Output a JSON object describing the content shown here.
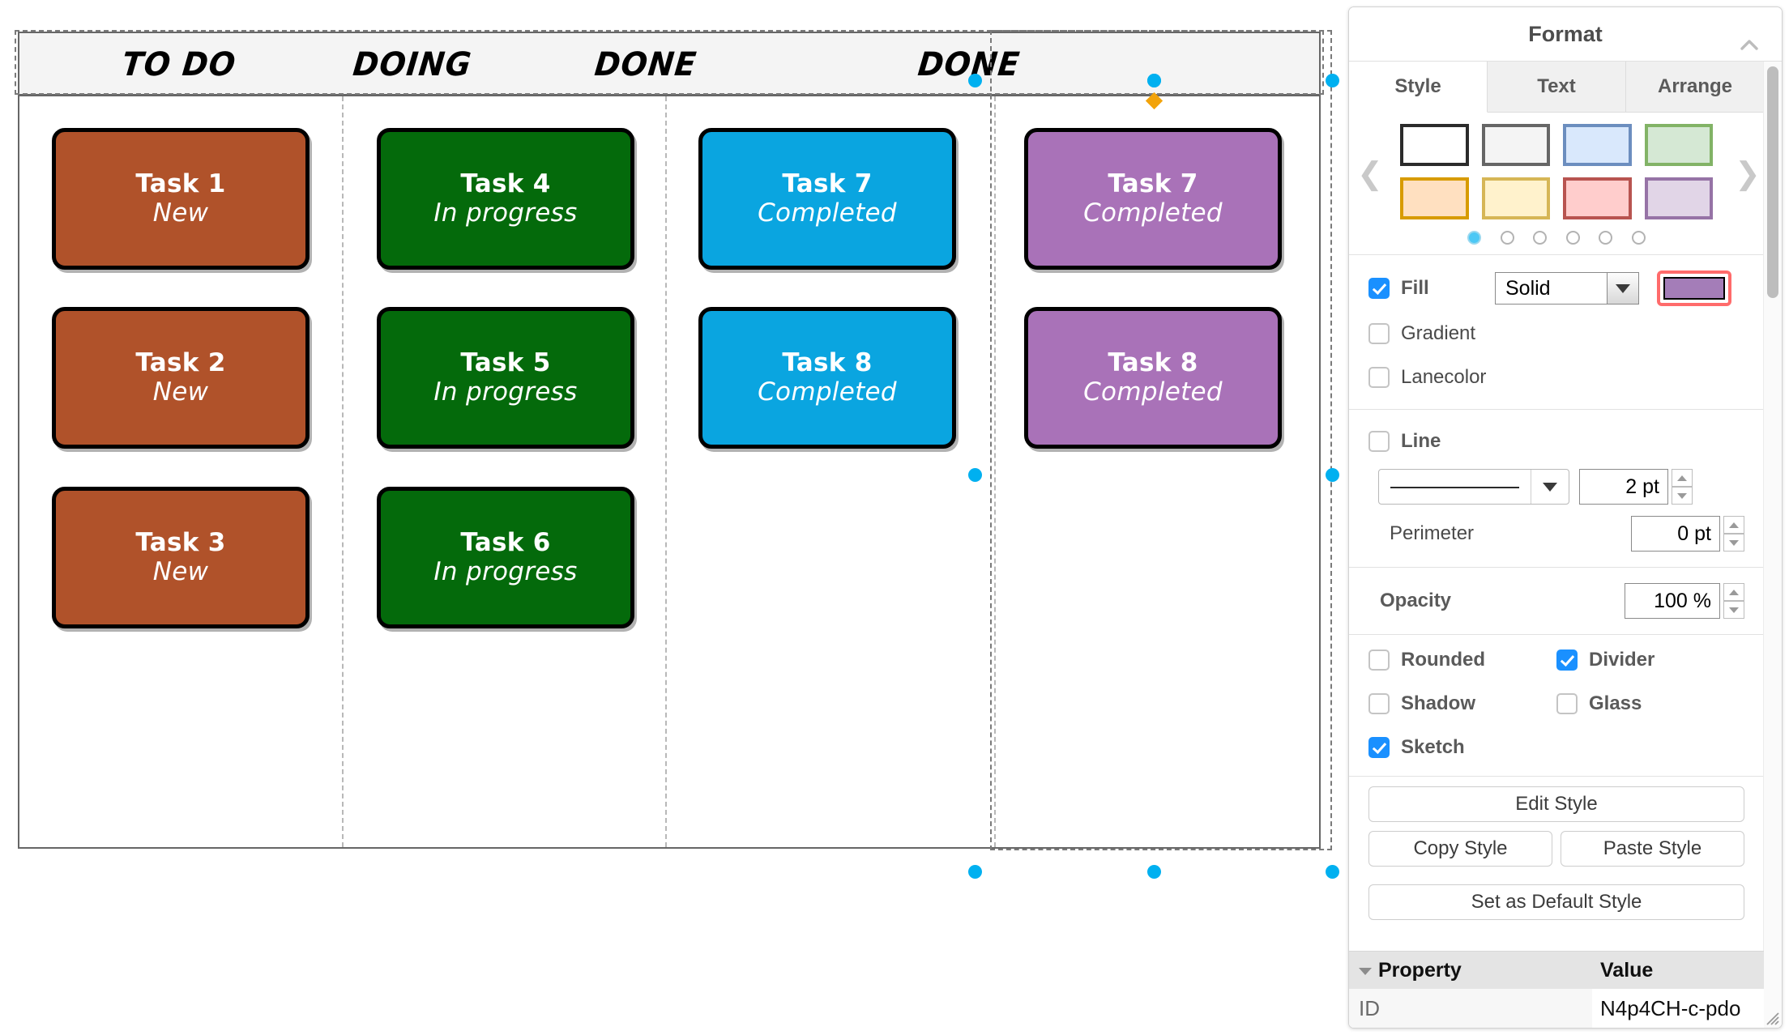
{
  "board": {
    "lanes": [
      {
        "title": "TO DO"
      },
      {
        "title": "DOING"
      },
      {
        "title": "DONE"
      },
      {
        "title": "DONE"
      }
    ],
    "cards": [
      {
        "title": "Task 1",
        "status": "New",
        "lane": 0,
        "slot": 0,
        "fill": "#b0522a"
      },
      {
        "title": "Task 2",
        "status": "New",
        "lane": 0,
        "slot": 1,
        "fill": "#b0522a"
      },
      {
        "title": "Task 3",
        "status": "New",
        "lane": 0,
        "slot": 2,
        "fill": "#b0522a"
      },
      {
        "title": "Task 4",
        "status": "In progress",
        "lane": 1,
        "slot": 0,
        "fill": "#046a0b"
      },
      {
        "title": "Task 5",
        "status": "In progress",
        "lane": 1,
        "slot": 1,
        "fill": "#046a0b"
      },
      {
        "title": "Task 6",
        "status": "In progress",
        "lane": 1,
        "slot": 2,
        "fill": "#046a0b"
      },
      {
        "title": "Task 7",
        "status": "Completed",
        "lane": 2,
        "slot": 0,
        "fill": "#0aa5e0"
      },
      {
        "title": "Task 8",
        "status": "Completed",
        "lane": 2,
        "slot": 1,
        "fill": "#0aa5e0"
      },
      {
        "title": "Task 7",
        "status": "Completed",
        "lane": 3,
        "slot": 0,
        "fill": "#a972b8"
      },
      {
        "title": "Task 8",
        "status": "Completed",
        "lane": 3,
        "slot": 1,
        "fill": "#a972b8"
      }
    ],
    "selection": {
      "handle_color": "#00b0f0",
      "diamond_color": "#f2a30a",
      "outline_color": "#7a7a7a"
    }
  },
  "format_panel": {
    "title": "Format",
    "collapse_icon": "chevron-up-icon",
    "tabs": [
      {
        "label": "Style",
        "active": true
      },
      {
        "label": "Text",
        "active": false
      },
      {
        "label": "Arrange",
        "active": false
      }
    ],
    "style_presets": {
      "prev_icon": "chevron-left-icon",
      "next_icon": "chevron-right-icon",
      "swatches": [
        {
          "fill": "#ffffff",
          "border": "#2b2b2b"
        },
        {
          "fill": "#f4f4f4",
          "border": "#666666"
        },
        {
          "fill": "#d9e8fc",
          "border": "#6c8ebf"
        },
        {
          "fill": "#d5e8d4",
          "border": "#82b366"
        },
        {
          "fill": "#ffe0c0",
          "border": "#d79b00"
        },
        {
          "fill": "#fff2cc",
          "border": "#d6b656"
        },
        {
          "fill": "#ffcdcc",
          "border": "#b85450"
        },
        {
          "fill": "#e1d5e7",
          "border": "#9673a6"
        }
      ],
      "page_count": 6,
      "active_page": 1
    },
    "fill": {
      "label": "Fill",
      "checked": true,
      "type_value": "Solid",
      "color": "#a47db8",
      "color_button_highlight": "#ff6b6b"
    },
    "gradient": {
      "label": "Gradient",
      "checked": false
    },
    "lanecolor": {
      "label": "Lanecolor",
      "checked": false
    },
    "line": {
      "label": "Line",
      "checked": false,
      "style_preview": "solid-line",
      "width_value": "2 pt",
      "perimeter_label": "Perimeter",
      "perimeter_value": "0 pt"
    },
    "opacity": {
      "label": "Opacity",
      "value": "100 %"
    },
    "toggles": [
      {
        "label": "Rounded",
        "checked": false
      },
      {
        "label": "Divider",
        "checked": true
      },
      {
        "label": "Shadow",
        "checked": false
      },
      {
        "label": "Glass",
        "checked": false
      },
      {
        "label": "Sketch",
        "checked": true
      }
    ],
    "buttons": {
      "edit_style": "Edit Style",
      "copy_style": "Copy Style",
      "paste_style": "Paste Style",
      "set_default": "Set as Default Style"
    },
    "properties": {
      "col_property": "Property",
      "col_value": "Value",
      "rows": [
        {
          "property": "ID",
          "value": "N4p4CH-c-pdo"
        }
      ]
    }
  }
}
